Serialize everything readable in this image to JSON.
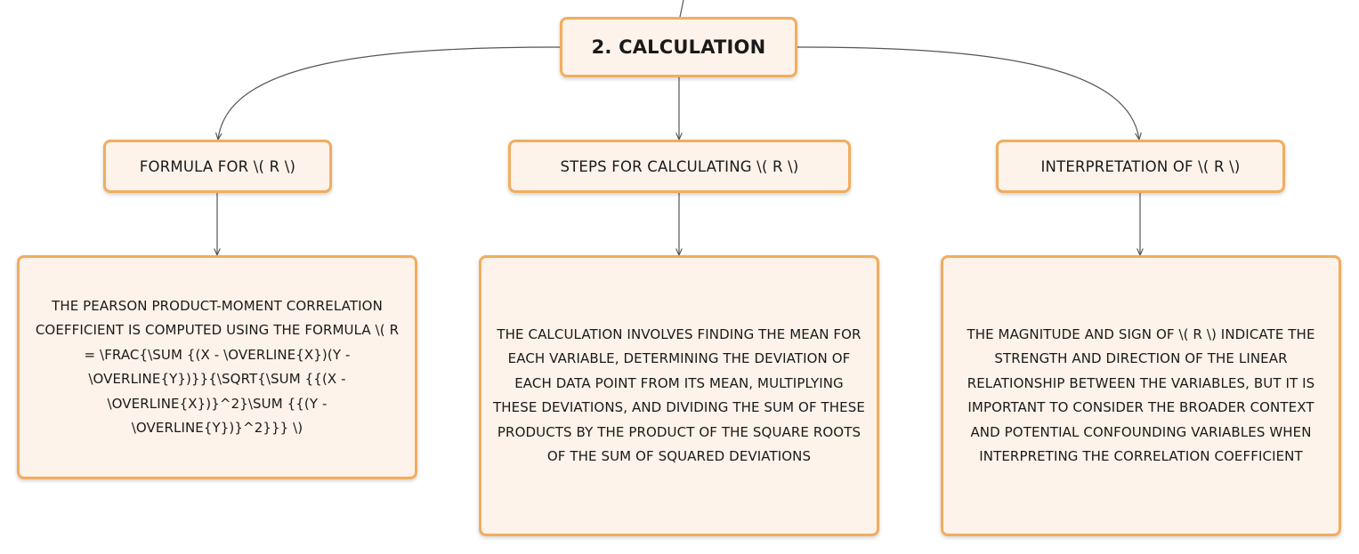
{
  "diagram": {
    "root": {
      "label": "2. CALCULATION"
    },
    "branches": [
      {
        "label": "FORMULA FOR \\( R \\)",
        "detail": "THE PEARSON PRODUCT-MOMENT CORRELATION COEFFICIENT IS COMPUTED USING THE FORMULA \\( R = \\FRAC{\\SUM {(X - \\OVERLINE{X})(Y - \\OVERLINE{Y})}}{\\SQRT{\\SUM {{(X - \\OVERLINE{X})}^2}\\SUM {{(Y - \\OVERLINE{Y})}^2}}} \\)"
      },
      {
        "label": "STEPS FOR CALCULATING \\( R \\)",
        "detail": "THE CALCULATION INVOLVES FINDING THE MEAN FOR EACH VARIABLE, DETERMINING THE DEVIATION OF EACH DATA POINT FROM ITS MEAN, MULTIPLYING THESE DEVIATIONS, AND DIVIDING THE SUM OF THESE PRODUCTS BY THE PRODUCT OF THE SQUARE ROOTS OF THE SUM OF SQUARED DEVIATIONS"
      },
      {
        "label": "INTERPRETATION OF \\( R \\)",
        "detail": "THE MAGNITUDE AND SIGN OF \\( R \\) INDICATE THE STRENGTH AND DIRECTION OF THE LINEAR RELATIONSHIP BETWEEN THE VARIABLES, BUT IT IS IMPORTANT TO CONSIDER THE BROADER CONTEXT AND POTENTIAL CONFOUNDING VARIABLES WHEN INTERPRETING THE CORRELATION COEFFICIENT"
      }
    ]
  },
  "colors": {
    "node_fill": "#fdf3ea",
    "node_border": "#f2ad5e",
    "connector": "#555555"
  }
}
